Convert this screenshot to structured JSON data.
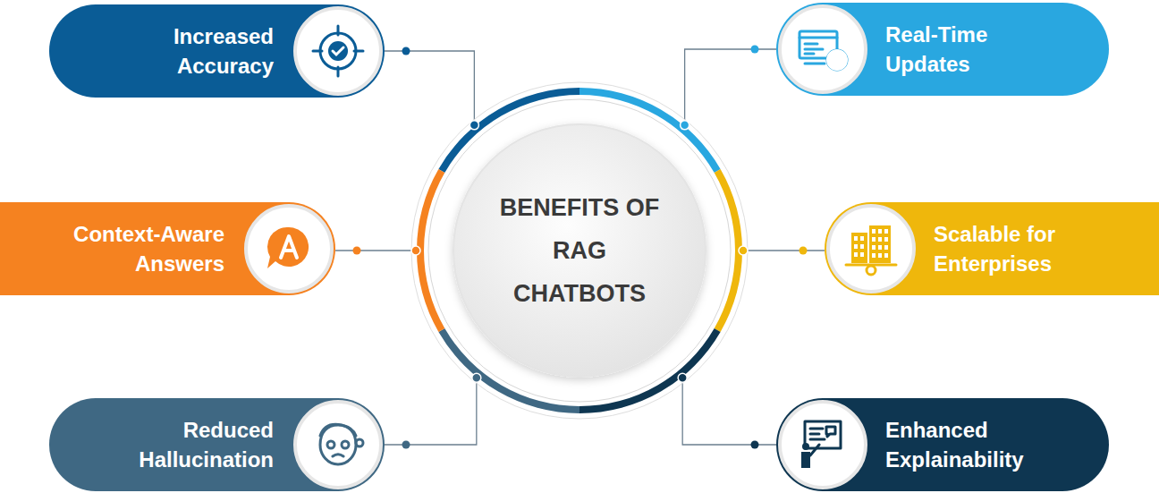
{
  "diagram": {
    "nodes": [
      {
        "text": [
          "BENEFITS OF RAG CHATBOTS"
        ]
      },
      {
        "text": [
          "Increased Accuracy"
        ]
      },
      {
        "text": [
          "Real-Time Updates"
        ]
      },
      {
        "text": [
          "Context-Aware Answers"
        ]
      },
      {
        "text": [
          "Scalable for Enterprises"
        ]
      },
      {
        "text": [
          "Reduced Hallucination"
        ]
      },
      {
        "text": [
          "Enhanced Explainability"
        ]
      }
    ],
    "edges": [
      {
        "from": 1,
        "to": 0,
        "arrow": "none"
      },
      {
        "from": 2,
        "to": 0,
        "arrow": "none"
      },
      {
        "from": 3,
        "to": 0,
        "arrow": "none"
      },
      {
        "from": 4,
        "to": 0,
        "arrow": "none"
      },
      {
        "from": 5,
        "to": 0,
        "arrow": "none"
      },
      {
        "from": 6,
        "to": 0,
        "arrow": "none"
      }
    ]
  }
}
